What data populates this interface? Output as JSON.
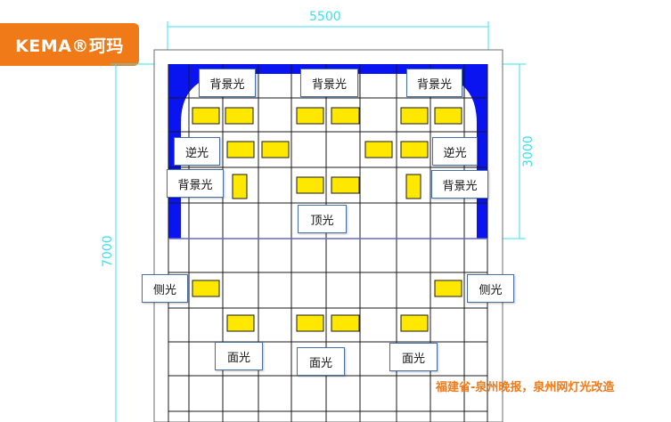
{
  "logo": {
    "brand": "KEMA®珂玛"
  },
  "dimensions": {
    "width": "5500",
    "depth": "7000",
    "upstage": "3000"
  },
  "labels": {
    "backlight": "背景光",
    "reverse": "逆光",
    "top": "顶光",
    "side": "侧光",
    "front": "面光"
  },
  "credit": "福建省-泉州晚报，泉州网灯光改造",
  "colors": {
    "stage_blue": "#0a14f0",
    "lamp_yellow": "#ffe800",
    "dimension_cyan": "#3ce0f0",
    "brand_orange": "#f07a18"
  }
}
